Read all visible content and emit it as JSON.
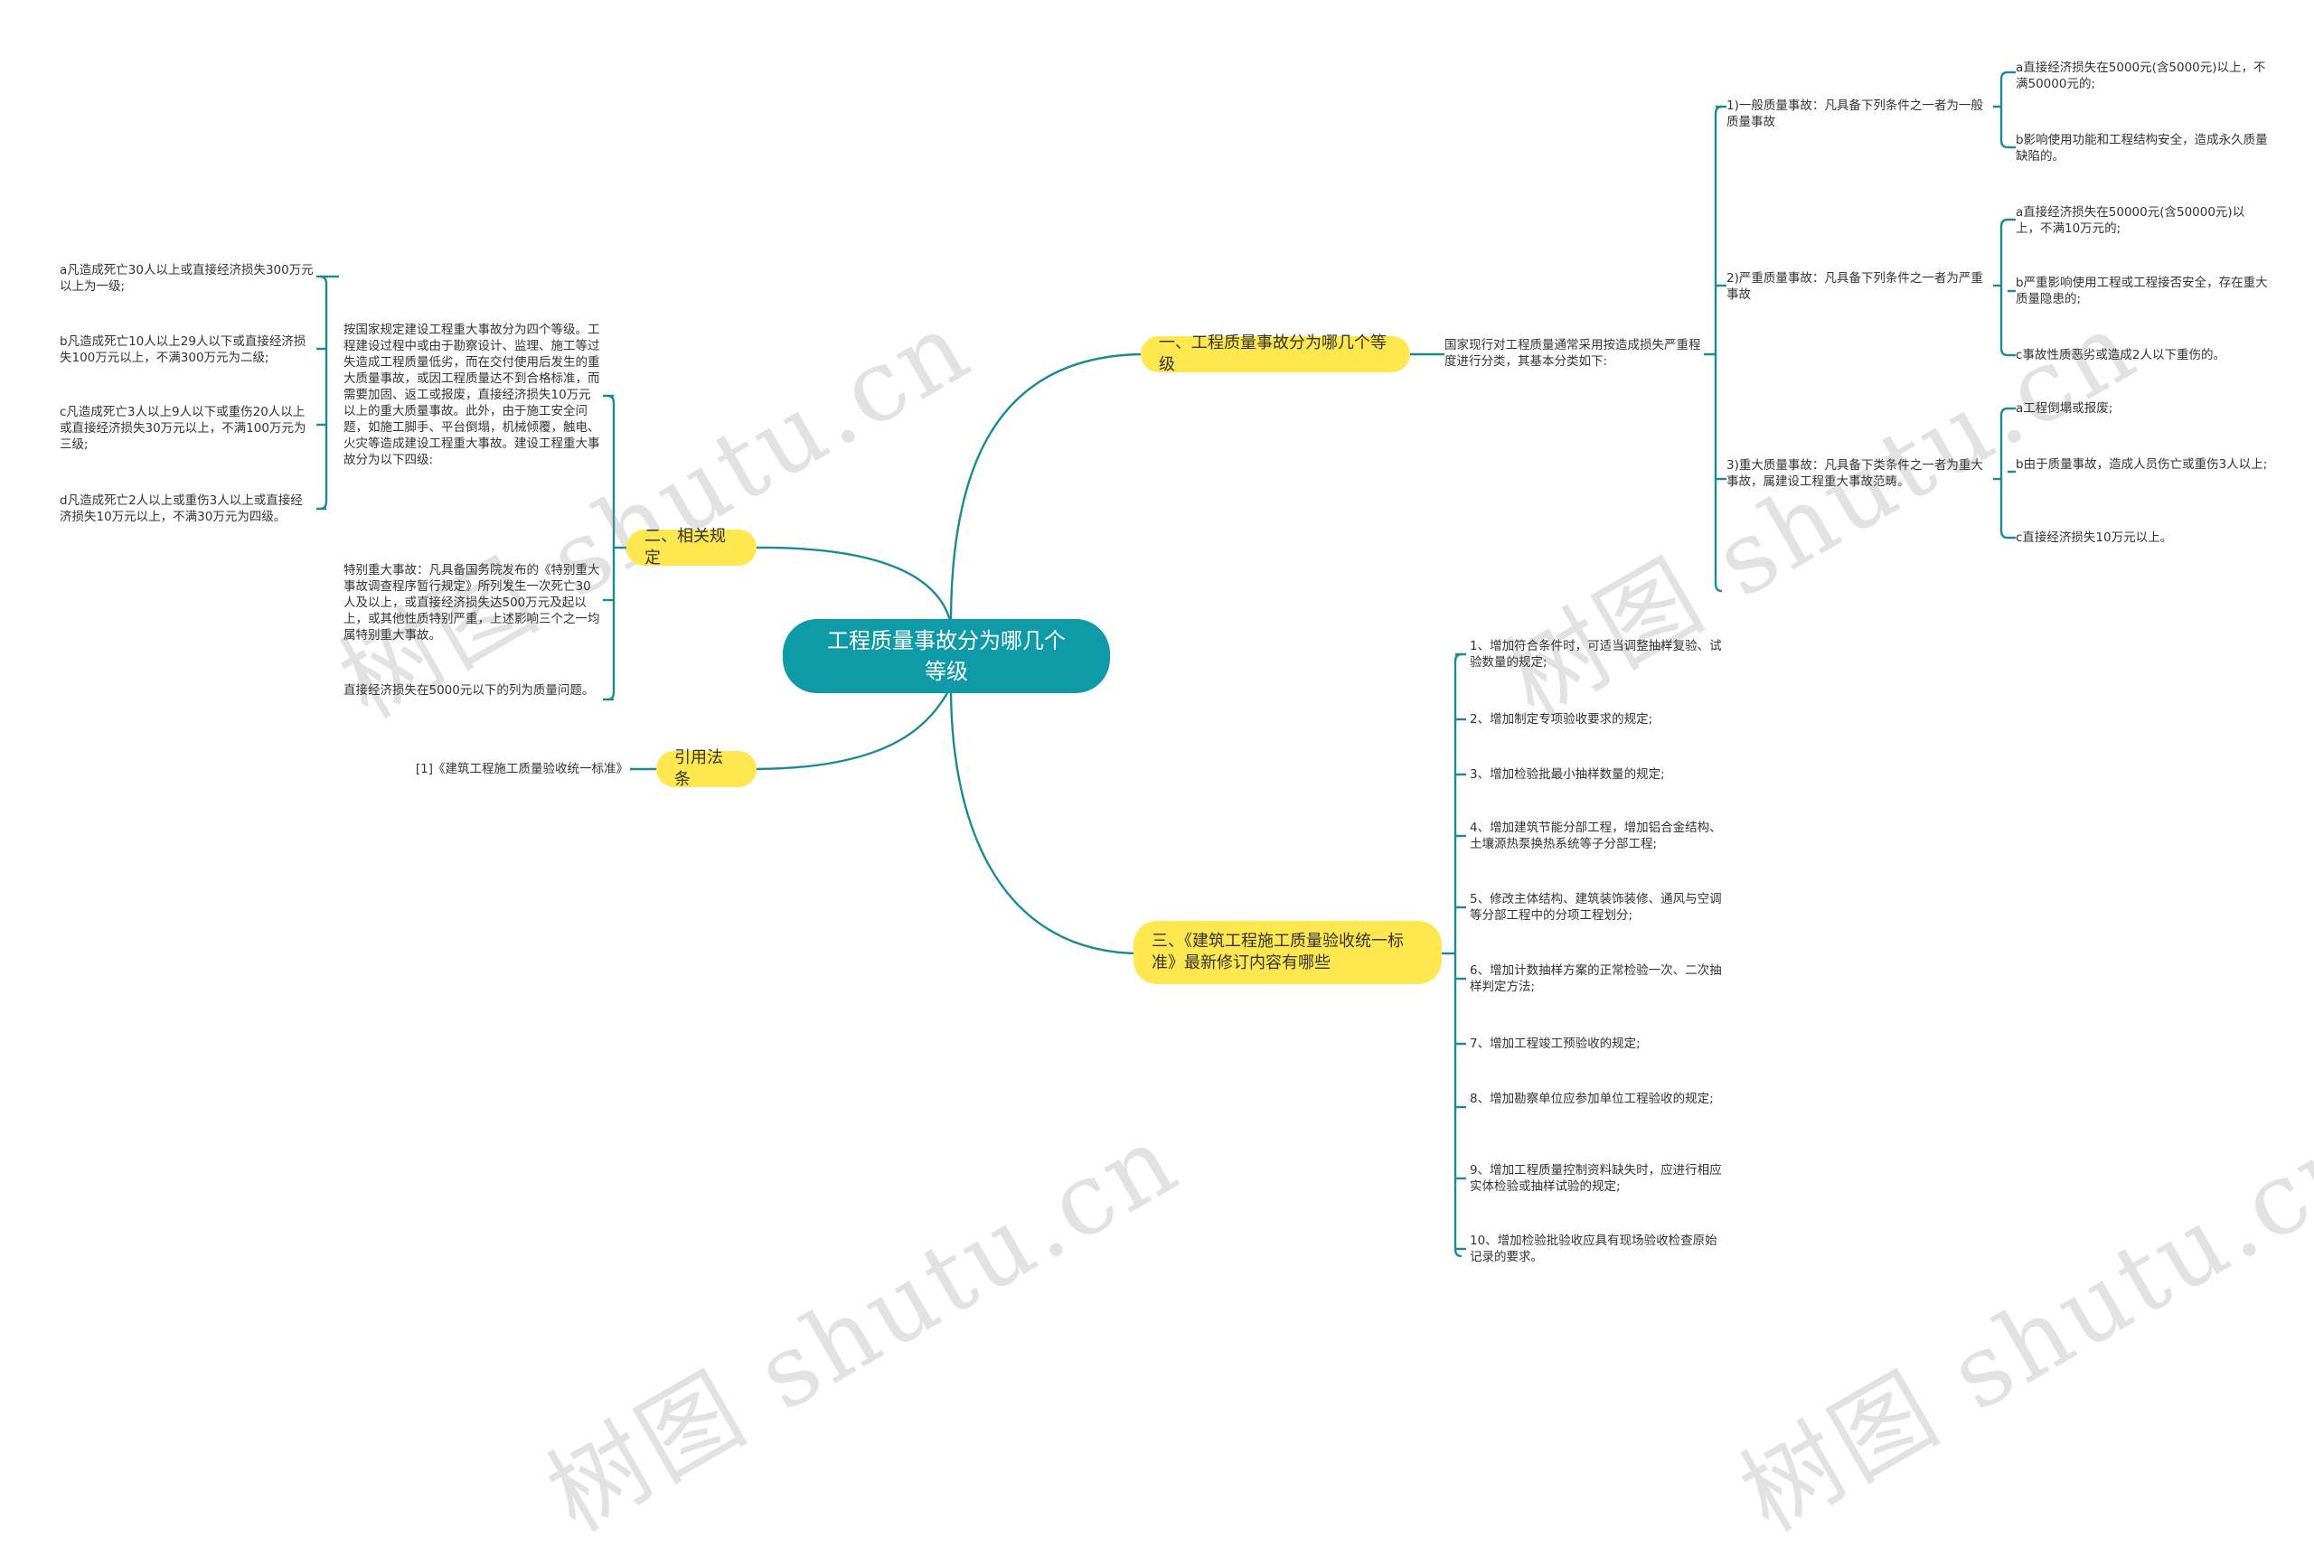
{
  "root": {
    "title": "工程质量事故分为哪几个等级"
  },
  "branches": {
    "b1": {
      "label": "一、工程质量事故分为哪几个等级",
      "intro": "国家现行对工程质量通常采用按造成损失严重程度进行分类，其基本分类如下:",
      "groups": [
        {
          "label": "1)一般质量事故：凡具备下列条件之一者为一般质量事故",
          "items": [
            "a直接经济损失在5000元(含5000元)以上，不满50000元的;",
            "b影响使用功能和工程结构安全，造成永久质量缺陷的。"
          ]
        },
        {
          "label": "2)严重质量事故：凡具备下列条件之一者为严重事故",
          "items": [
            "a直接经济损失在50000元(含50000元)以上，不满10万元的;",
            "b严重影响使用工程或工程接否安全，存在重大质量隐患的;",
            "c事故性质恶劣或造成2人以下重伤的。"
          ]
        },
        {
          "label": "3)重大质量事故：凡具备下类条件之一者为重大事故，属建设工程重大事故范畴。",
          "items": [
            "a工程倒塌或报废;",
            "b由于质量事故，造成人员伤亡或重伤3人以上;",
            "c直接经济损失10万元以上。"
          ]
        }
      ]
    },
    "b2": {
      "label": "二、相关规定",
      "para1": "按国家规定建设工程重大事故分为四个等级。工程建设过程中或由于勘察设计、监理、施工等过失造成工程质量低劣，而在交付使用后发生的重大质量事故，或因工程质量达不到合格标准，而需要加固、返工或报废，直接经济损失10万元以上的重大质量事故。此外，由于施工安全问题，如施工脚手、平台倒塌，机械倾覆，触电、火灾等造成建设工程重大事故。建设工程重大事故分为以下四级:",
      "para1_items": [
        "a凡造成死亡30人以上或直接经济损失300万元以上为一级;",
        "b凡造成死亡10人以上29人以下或直接经济损失100万元以上，不满300万元为二级;",
        "c凡造成死亡3人以上9人以下或重伤20人以上或直接经济损失30万元以上，不满100万元为三级;",
        "d凡造成死亡2人以上或重伤3人以上或直接经济损失10万元以上，不满30万元为四级。"
      ],
      "para2": "特别重大事故：凡具备国务院发布的《特别重大事故调查程序暂行规定》所列发生一次死亡30人及以上，或直接经济损失达500万元及起以上，或其他性质特别严重，上述影响三个之一均属特别重大事故。",
      "para3": "直接经济损失在5000元以下的列为质量问题。"
    },
    "b3": {
      "label": "引用法条",
      "item": "[1]《建筑工程施工质量验收统一标准》"
    },
    "b4": {
      "label": "三、《建筑工程施工质量验收统一标准》最新修订内容有哪些",
      "items": [
        "1、增加符合条件时，可适当调整抽样复验、试验数量的规定;",
        "2、增加制定专项验收要求的规定;",
        "3、增加检验批最小抽样数量的规定;",
        "4、增加建筑节能分部工程，增加铝合金结构、土壤源热泵换热系统等子分部工程;",
        "5、修改主体结构、建筑装饰装修、通风与空调等分部工程中的分项工程划分;",
        "6、增加计数抽样方案的正常检验一次、二次抽样判定方法;",
        "7、增加工程竣工预验收的规定;",
        "8、增加勘察单位应参加单位工程验收的规定;",
        "9、增加工程质量控制资料缺失时，应进行相应实体检验或抽样试验的规定;",
        "10、增加检验批验收应具有现场验收检查原始记录的要求。"
      ]
    }
  },
  "watermark": "树图 shutu.cn",
  "colors": {
    "root": "#0e9aa7",
    "branch": "#ffe84f",
    "line": "#1b8a96"
  }
}
